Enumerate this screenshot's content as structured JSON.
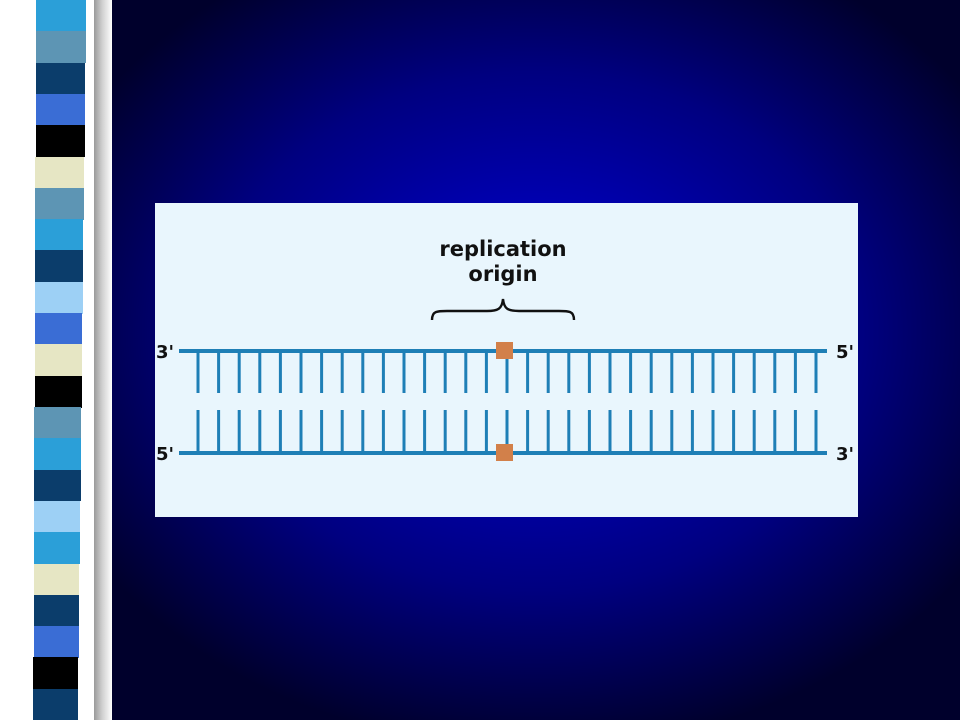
{
  "diagram": {
    "origin_label_line1": "replication",
    "origin_label_line2": "origin",
    "top_strand_left_end": "3'",
    "top_strand_right_end": "5'",
    "bottom_strand_left_end": "5'",
    "bottom_strand_right_end": "3'",
    "colors": {
      "backbone": "#1e7fb6",
      "origin_marker": "#d2804a",
      "panel_background": "#e9f6fd"
    }
  },
  "decor": {
    "stripe_colors": [
      "#2b9fd8",
      "#5d95b4",
      "#0b3d6b",
      "#3a6dd5",
      "#000000",
      "#e6e6c4",
      "#5d95b4",
      "#2b9fd8",
      "#0b3d6b",
      "#9dd0f5",
      "#3a6dd5",
      "#e6e6c4",
      "#000000",
      "#5d95b4",
      "#2b9fd8",
      "#0b3d6b",
      "#9dd0f5",
      "#2b9fd8",
      "#e6e6c4",
      "#0b3d6b",
      "#3a6dd5",
      "#000000",
      "#0b3d6b"
    ],
    "background_colors": [
      "#0000c8",
      "#00002c"
    ]
  }
}
